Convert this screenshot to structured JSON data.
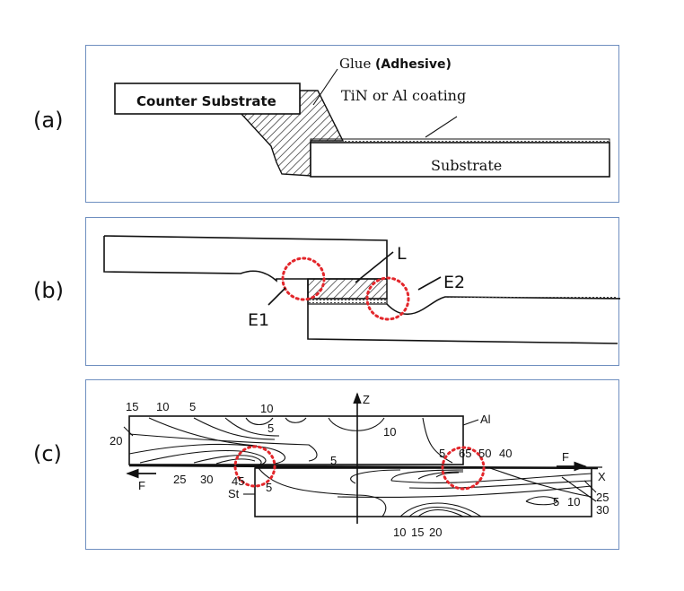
{
  "panels": [
    {
      "id": "a",
      "label": "(a)",
      "texts": {
        "counter_substrate": "Counter Substrate",
        "glue": "Glue",
        "glue_adhesive": "(Adhesive)",
        "coating": "TiN or Al coating",
        "substrate": "Substrate"
      }
    },
    {
      "id": "b",
      "label": "(b)",
      "texts": {
        "L": "L",
        "E1": "E1",
        "E2": "E2"
      }
    },
    {
      "id": "c",
      "label": "(c)",
      "texts": {
        "axis_z": "Z",
        "axis_x": "X",
        "force_left": "F",
        "force_right": "F",
        "material_top": "Al",
        "material_bottom": "St",
        "contour_labels_top": [
          "15",
          "10",
          "5",
          "10",
          "5",
          "10",
          "20",
          "5",
          "5"
        ],
        "contour_labels_left_bottom": [
          "25",
          "30",
          "45",
          "5"
        ],
        "contour_labels_right": [
          "65",
          "50",
          "40",
          "25",
          "30",
          "5",
          "10"
        ],
        "contour_labels_bottom": [
          "10",
          "15",
          "20"
        ]
      }
    }
  ],
  "colors": {
    "panel_border": "#6f8fc0",
    "highlight_ring": "#e3262b",
    "ink": "#111111"
  }
}
